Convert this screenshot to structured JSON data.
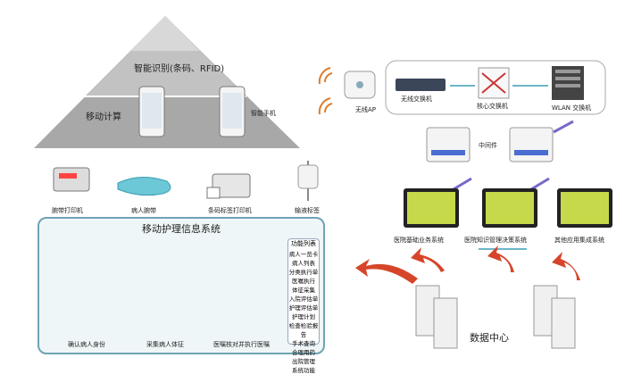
{
  "pyramid": {
    "top_label": "智能识别(条码、RFID)",
    "mid_label": "移动计算",
    "phone_label": "智能手机"
  },
  "devices": [
    {
      "label": "腕带打印机",
      "icon": "wristband-printer-icon"
    },
    {
      "label": "病人腕带",
      "icon": "wristband-icon"
    },
    {
      "label": "条码标签打印机",
      "icon": "label-printer-icon"
    },
    {
      "label": "输液标签",
      "icon": "infusion-label-icon"
    }
  ],
  "panel": {
    "title": "移动护理信息系统",
    "photos": [
      "确认病人身份",
      "采集病人体征",
      "医嘱核对并执行医嘱"
    ],
    "func_title": "功能列表",
    "functions": [
      "病人一览卡",
      "病人列表",
      "分类执行单",
      "医嘱执行",
      "体征采集",
      "入院评估单",
      "护理评估单",
      "护理计划",
      "检查检验报告",
      "手术查询",
      "合理用药",
      "出院管理",
      "系统功能"
    ]
  },
  "network": {
    "ap_label": "无线AP",
    "poe_switch": "无线交换机",
    "core_switch": "核心交换机",
    "wlan_switch": "WLAN 交换机",
    "middleware": "中间件"
  },
  "systems": [
    "医院基础业务系统",
    "医院知识管理决策系统",
    "其他应用集成系统"
  ],
  "datacenter": "数据中心",
  "colors": {
    "accent": "#6fa3b3",
    "arrow": "#d6452a",
    "pyramid": "#a9a9a9"
  }
}
